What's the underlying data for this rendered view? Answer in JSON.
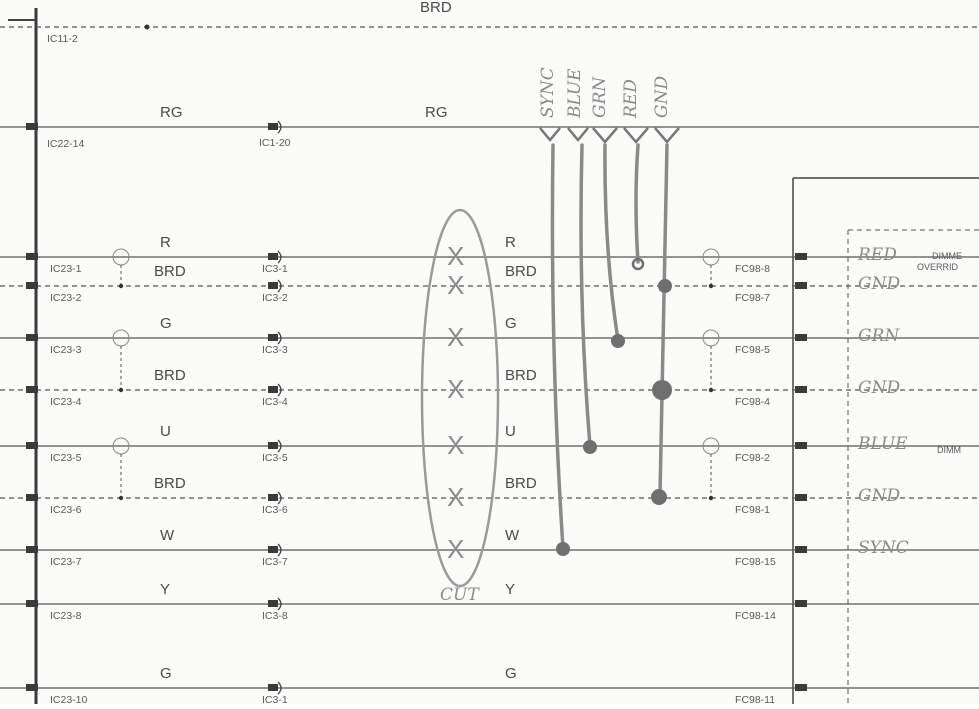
{
  "top_bus": {
    "label": "BRD",
    "connector": "IC11-2"
  },
  "rg_row": {
    "left_connector": "IC22-14",
    "wire1": "RG",
    "mid_connector": "IC1-20",
    "wire2": "RG"
  },
  "rows": [
    {
      "left": "IC23-1",
      "wire": "R",
      "mid": "IC3-1",
      "wire2": "R",
      "right": "FC98-8",
      "dashed": false,
      "hand": "RED"
    },
    {
      "left": "IC23-2",
      "wire": "BRD",
      "mid": "IC3-2",
      "wire2": "BRD",
      "right": "FC98-7",
      "dashed": true,
      "hand": "GND"
    },
    {
      "left": "IC23-3",
      "wire": "G",
      "mid": "IC3-3",
      "wire2": "G",
      "right": "FC98-5",
      "dashed": false,
      "hand": "GRN"
    },
    {
      "left": "IC23-4",
      "wire": "BRD",
      "mid": "IC3-4",
      "wire2": "BRD",
      "right": "FC98-4",
      "dashed": true,
      "hand": "GND"
    },
    {
      "left": "IC23-5",
      "wire": "U",
      "mid": "IC3-5",
      "wire2": "U",
      "right": "FC98-2",
      "dashed": false,
      "hand": "BLUE"
    },
    {
      "left": "IC23-6",
      "wire": "BRD",
      "mid": "IC3-6",
      "wire2": "BRD",
      "right": "FC98-1",
      "dashed": true,
      "hand": "GND"
    },
    {
      "left": "IC23-7",
      "wire": "W",
      "mid": "IC3-7",
      "wire2": "W",
      "right": "FC98-15",
      "dashed": false,
      "hand": "SYNC"
    },
    {
      "left": "IC23-8",
      "wire": "Y",
      "mid": "IC3-8",
      "wire2": "Y",
      "right": "FC98-14",
      "dashed": false,
      "hand": ""
    },
    {
      "left": "IC23-10",
      "wire": "G",
      "mid": "IC3-1",
      "wire2": "G",
      "right": "FC98-11",
      "dashed": false,
      "hand": ""
    }
  ],
  "vertical_labels": [
    "SYNC",
    "BLUE",
    "GRN",
    "RED",
    "GND"
  ],
  "cut_label": "CUT",
  "cut_mark": "X",
  "box_labels": {
    "dimmer_override_1": "DIMME",
    "dimmer_override_2": "OVERRID",
    "dimmer": "DIMM"
  }
}
